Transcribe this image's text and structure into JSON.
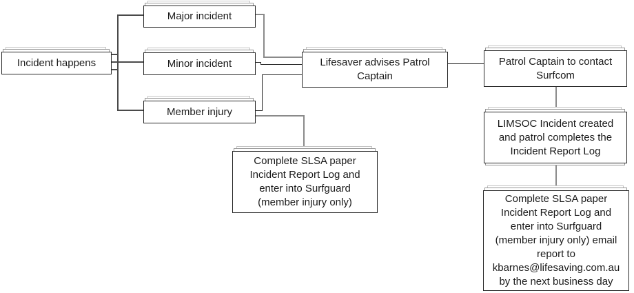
{
  "diagram": {
    "nodes": {
      "incident_happens": {
        "label": "Incident happens"
      },
      "major_incident": {
        "label": "Major incident"
      },
      "minor_incident": {
        "label": "Minor incident"
      },
      "member_injury": {
        "label": "Member injury"
      },
      "lifesaver_advises": {
        "label": "Lifesaver advises Patrol\nCaptain"
      },
      "patrol_contact": {
        "label": "Patrol Captain to contact\nSurfcom"
      },
      "limsoc_created": {
        "label": "LIMSOC Incident created\nand patrol completes the\nIncident Report Log"
      },
      "complete_slsa": {
        "label": "Complete SLSA paper\nIncident Report Log and\nenter into Surfguard\n(member injury only)"
      },
      "complete_slsa_email": {
        "label": "Complete SLSA paper\nIncident Report Log and\nenter into Surfguard\n(member injury only) email\nreport to\nkbarnes@lifesaving.com.au\nby the next business day"
      }
    },
    "edges": [
      {
        "from": "incident_happens",
        "to": "major_incident"
      },
      {
        "from": "incident_happens",
        "to": "minor_incident"
      },
      {
        "from": "incident_happens",
        "to": "member_injury"
      },
      {
        "from": "major_incident",
        "to": "lifesaver_advises"
      },
      {
        "from": "minor_incident",
        "to": "lifesaver_advises"
      },
      {
        "from": "member_injury",
        "to": "lifesaver_advises"
      },
      {
        "from": "member_injury",
        "to": "complete_slsa"
      },
      {
        "from": "lifesaver_advises",
        "to": "patrol_contact"
      },
      {
        "from": "patrol_contact",
        "to": "limsoc_created"
      },
      {
        "from": "limsoc_created",
        "to": "complete_slsa_email"
      }
    ],
    "colors": {
      "box_border": "#262626",
      "box_fill": "#ffffff",
      "stack_line": "#969696",
      "connector_dark": "#4a4a4a",
      "connector_gray": "#8a8a8a",
      "connector_thin": "#222222"
    }
  }
}
